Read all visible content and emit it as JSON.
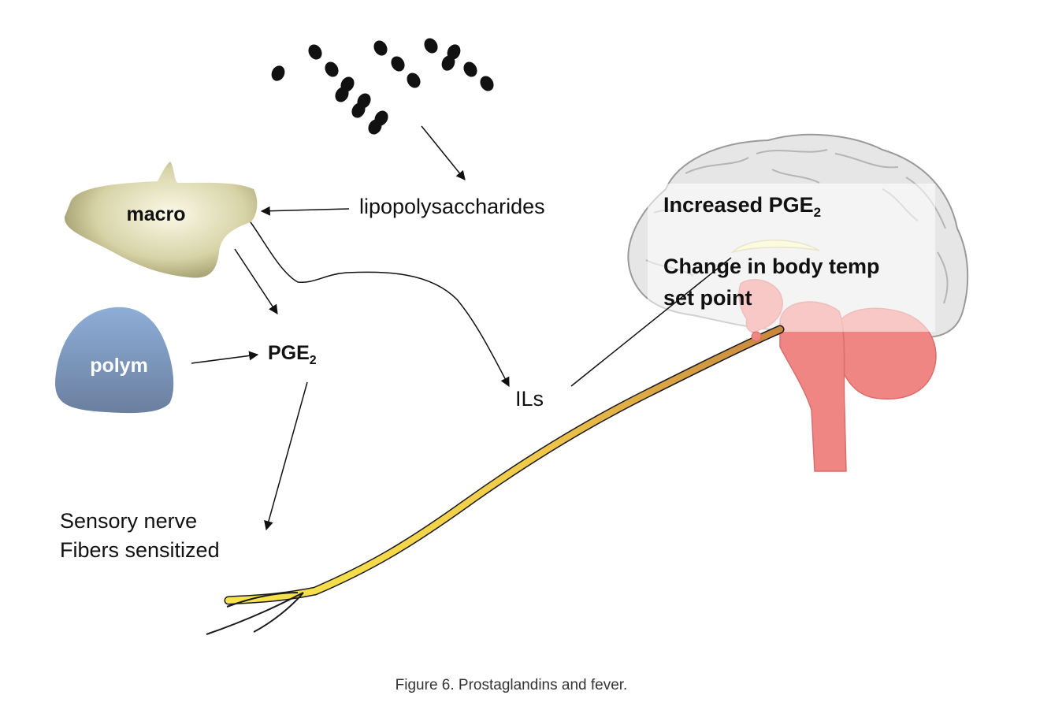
{
  "figure": {
    "caption": "Figure 6. Prostaglandins and fever."
  },
  "labels": {
    "lipopolysaccharides": "lipopolysaccharides",
    "macro": "macro",
    "polym": "polym",
    "pge_main": "PGE",
    "pge_sub": "2",
    "ils": "ILs",
    "sensory_line1": "Sensory nerve",
    "sensory_line2": "Fibers sensitized"
  },
  "brain_panel": {
    "line1_main": "Increased PGE",
    "line1_sub": "2",
    "line2": "Change in body temp",
    "line3": "set point"
  },
  "colors": {
    "macro_fill": "#d9d6b0",
    "polym_fill": "#8aa4c8",
    "nerve_fill": "#f2d44a",
    "brainstem_fill": "#ef8683",
    "cerebrum_fill": "#e6e6e6"
  }
}
